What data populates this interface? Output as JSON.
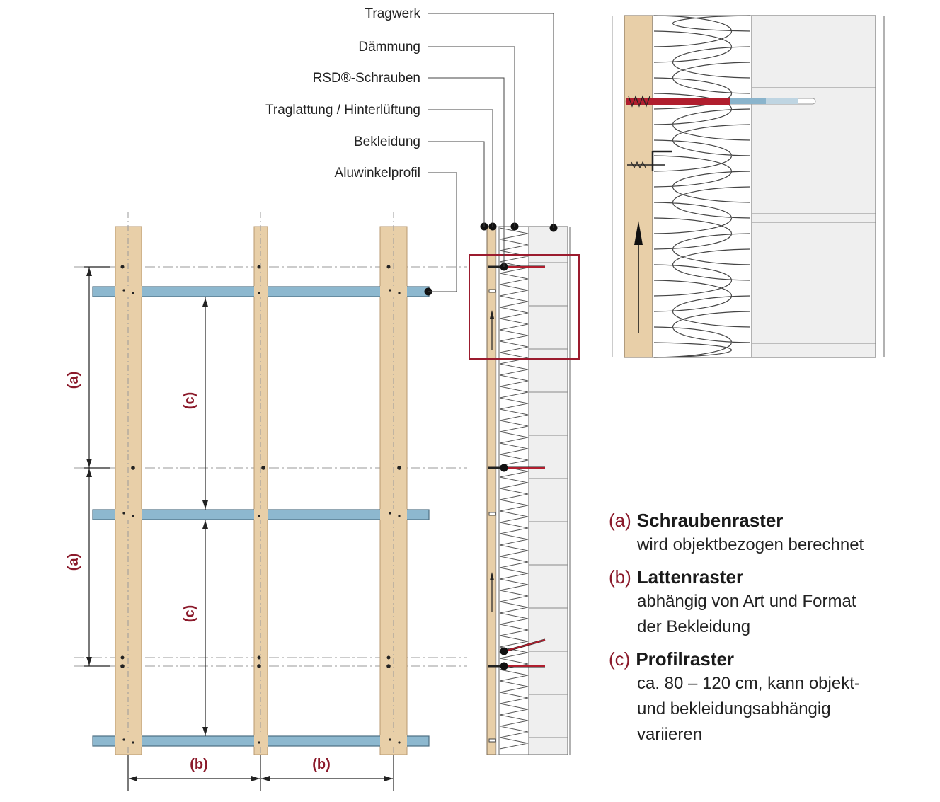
{
  "labels": {
    "tragwerk": "Tragwerk",
    "daemmung": "Dämmung",
    "rsd_schrauben": "RSD®-Schrauben",
    "traglattung": "Traglattung / Hinterlüftung",
    "bekleidung": "Bekleidung",
    "aluwinkelprofil": "Aluwinkelprofil"
  },
  "dimension_marks": {
    "a": "(a)",
    "b": "(b)",
    "c": "(c)"
  },
  "legend": [
    {
      "key": "(a)",
      "title": "Schraubenraster",
      "lines": [
        "wird objektbezogen berechnet"
      ]
    },
    {
      "key": "(b)",
      "title": "Lattenraster",
      "lines": [
        "abhängig von Art und Format",
        "der Bekleidung"
      ]
    },
    {
      "key": "(c)",
      "title": "Profilraster",
      "lines": [
        "ca. 80 – 120 cm, kann objekt-",
        "und bekleidungsabhängig",
        "variieren"
      ]
    }
  ],
  "colors": {
    "wood": "#e8cfa8",
    "profile": "#8db8cf",
    "accent": "#8b1a2b",
    "screw_red": "#b01e2e",
    "panel_gray": "#efefef"
  }
}
